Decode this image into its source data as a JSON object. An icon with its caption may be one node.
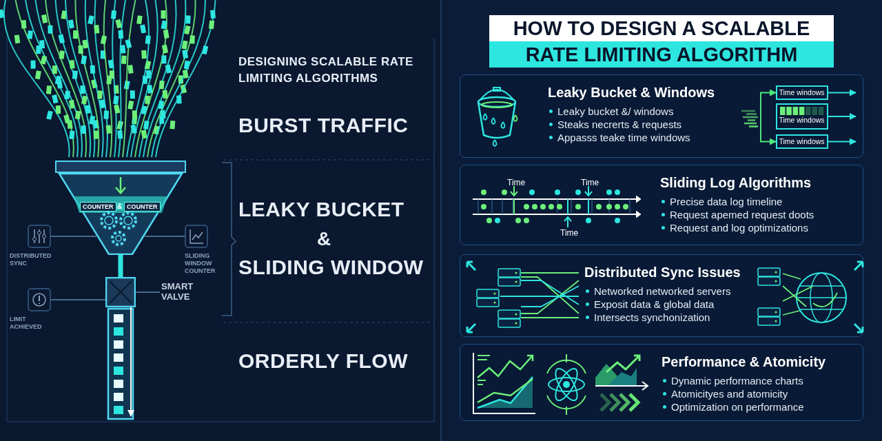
{
  "diagram": {
    "title": "HOW TO DESIGN A SCALABLE RATE LIMITING ALGORITHM",
    "nodes": [
      {
        "text": [],
        "shape": "funnel"
      },
      {
        "text": [
          "COUNTER"
        ],
        "in": 0
      },
      {
        "text": [
          "COUNTER"
        ],
        "in": 0
      },
      {
        "text": [],
        "shape": "box"
      },
      {
        "text": [
          "DISTRIBUTED SYNC"
        ]
      },
      {
        "text": [
          "SLIDING WINDOW COUNTER"
        ]
      },
      {
        "text": [
          "LIMIT ACHIEVED"
        ]
      },
      {
        "text": [
          "SMART VALVE"
        ]
      },
      {
        "text": [
          "Leaky Bucket & Windows",
          "Leaky bucket &/ windows",
          "Steaks necrerts & requests",
          "Appasss teake time windows"
        ]
      },
      {
        "text": [
          "Time windows"
        ],
        "in": 8
      },
      {
        "text": [
          "Time windows"
        ],
        "in": 8
      },
      {
        "text": [
          "Time windows"
        ],
        "in": 8
      },
      {
        "text": [
          "Sliding Log Algorithms",
          "Precise data log timeline",
          "Request apemed request doots",
          "Request and log optimizations"
        ]
      },
      {
        "text": [
          "Distributed Sync Issues",
          "Networked networked servers",
          "Exposit data & global data",
          "Intersects synchonization"
        ]
      },
      {
        "text": [
          "Performance & Atomicity",
          "Dynamic performance charts",
          "Atomicityes and atomicity",
          "Optimization on performance"
        ]
      }
    ],
    "edges": [
      {
        "from": 4,
        "to": 0,
        "arrow": "none"
      },
      {
        "from": 5,
        "to": 0,
        "arrow": "none"
      },
      {
        "from": 6,
        "to": 3,
        "arrow": "none"
      },
      {
        "from": 7,
        "to": 3,
        "arrow": "none"
      },
      {
        "from": null,
        "to": 9,
        "arrow": "to",
        "color": "#4ee67a"
      },
      {
        "from": null,
        "to": 11,
        "arrow": "to",
        "color": "#4ee67a"
      },
      {
        "from": 9,
        "to": null,
        "arrow": "to",
        "color": "#2ee6e0"
      },
      {
        "from": 10,
        "to": null,
        "arrow": "to",
        "color": "#2ee6e0"
      },
      {
        "from": 11,
        "to": null,
        "arrow": "to",
        "color": "#2ee6e0"
      },
      {
        "from": 0,
        "to": 3,
        "arrow": "none",
        "style": "thick",
        "color": "#2ee6e0"
      },
      {
        "from": 3,
        "to": null,
        "arrow": "to",
        "color": "#ffffff"
      }
    ],
    "labels": [
      "DESIGNING SCALABLE RATE LIMITING ALGORITHMS",
      "BURST TRAFFIC",
      "&",
      "LEAKY BUCKET",
      "&",
      "SLIDING WINDOW",
      "ORDERLY FLOW",
      "Time",
      "Time",
      "Time"
    ]
  }
}
